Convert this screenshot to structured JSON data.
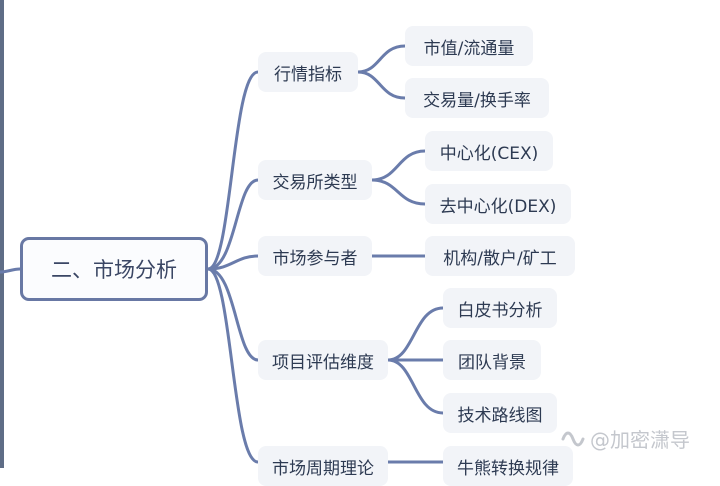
{
  "mindmap": {
    "root": "二、市场分析",
    "branches": [
      {
        "label": "行情指标",
        "children": [
          "市值/流通量",
          "交易量/换手率"
        ]
      },
      {
        "label": "交易所类型",
        "children": [
          "中心化(CEX)",
          "去中心化(DEX)"
        ]
      },
      {
        "label": "市场参与者",
        "children": [
          "机构/散户/矿工"
        ]
      },
      {
        "label": "项目评估维度",
        "children": [
          "白皮书分析",
          "团队背景",
          "技术路线图"
        ]
      },
      {
        "label": "市场周期理论",
        "children": [
          "牛熊转换规律"
        ]
      }
    ],
    "line_color": "#6a7cab"
  },
  "watermark": {
    "icon": "wechat-channel-icon",
    "text": "@加密潇导"
  }
}
